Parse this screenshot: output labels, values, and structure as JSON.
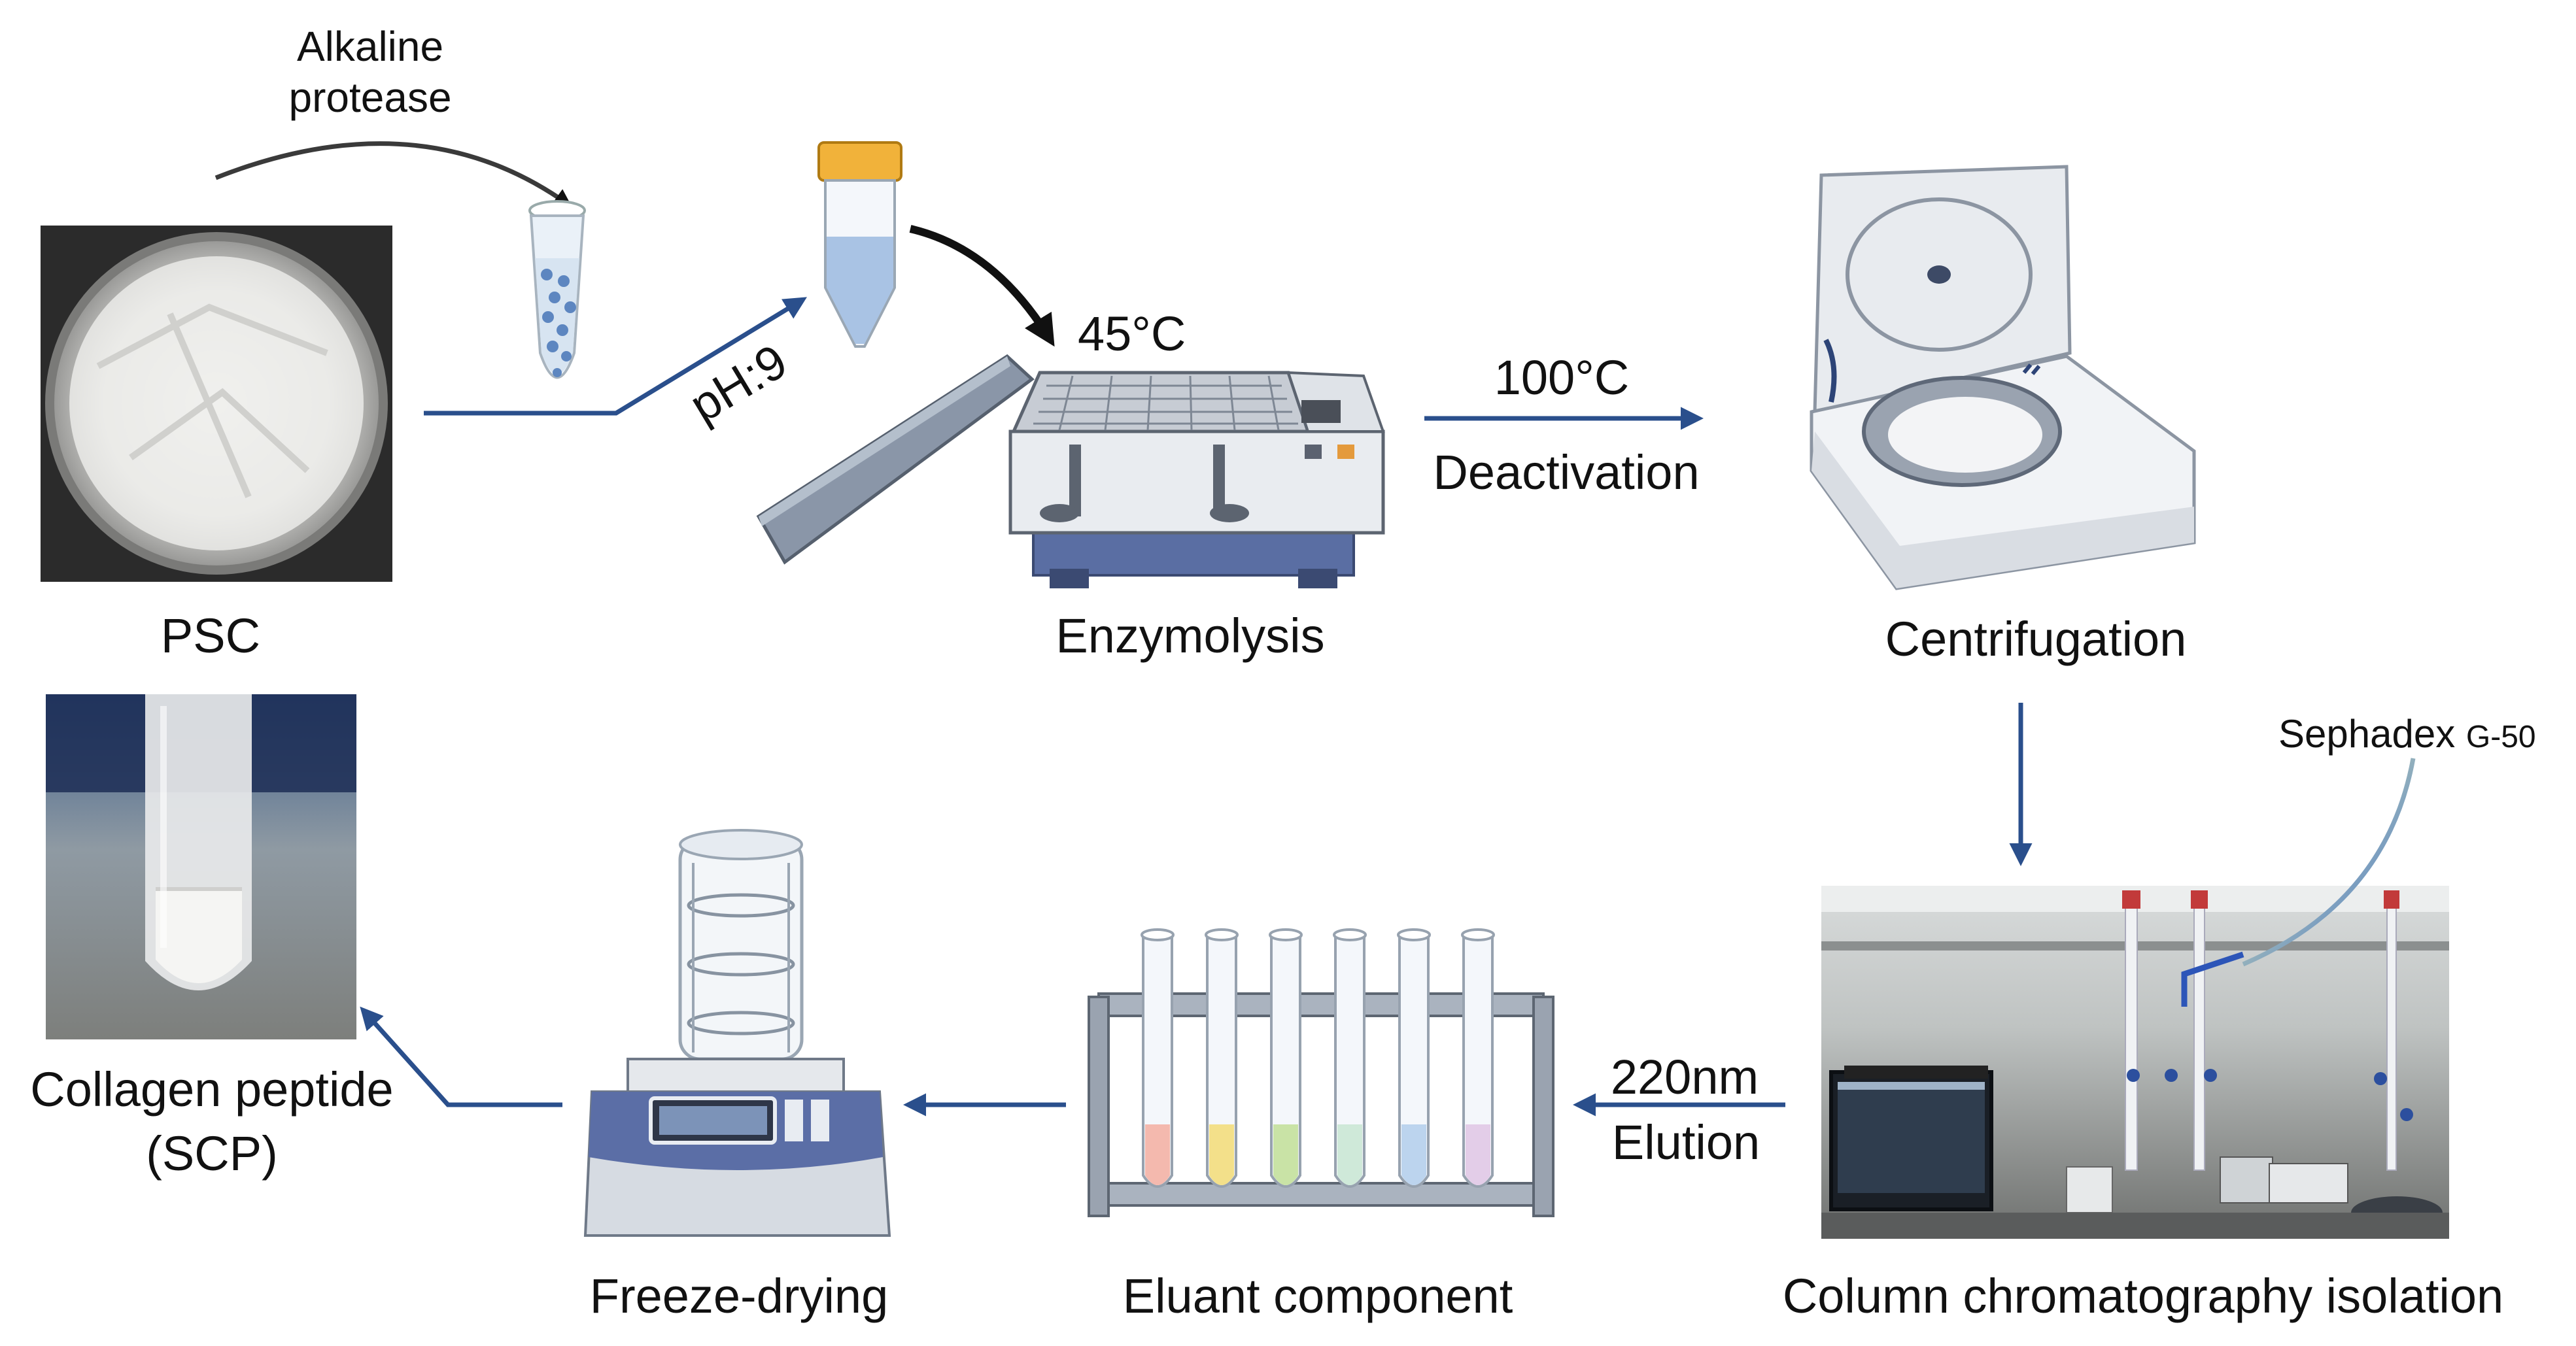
{
  "steps": {
    "psc": "PSC",
    "enzymolysis": "Enzymolysis",
    "centrifugation": "Centrifugation",
    "column": "Column chromatography isolation",
    "eluant": "Eluant component",
    "freeze": "Freeze-drying",
    "product_line1": "Collagen peptide",
    "product_line2": "(SCP)"
  },
  "conditions": {
    "enzyme_line1": "Alkaline",
    "enzyme_line2": "protease",
    "ph": "pH:9",
    "temperature": "45°C",
    "deact_temp": "100°C",
    "deactivation": "Deactivation",
    "wavelength": "220nm",
    "elution": "Elution",
    "resin_main": "Sephadex",
    "resin_model": "G-50"
  },
  "colors": {
    "arrow": "#2a4f8c",
    "tube_liquids": [
      "#f4b9ae",
      "#f3e08a",
      "#c9e3a6",
      "#cfe9d9",
      "#bcd4ee",
      "#e3cde8"
    ]
  }
}
